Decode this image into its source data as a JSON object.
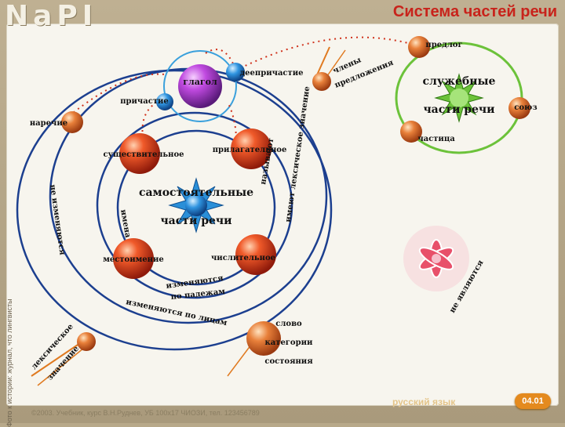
{
  "logo_text": "NaPI",
  "title": "Система частей речи",
  "side_caption": "Фото к истории: журнал, что лингвисты",
  "footer_text": "©2003. Учебник, курс В.Н.Руднев, УБ 100х17 ЧИОЗИ, тел. 123456789",
  "watermark": "русский язык",
  "page_number": "04.01",
  "planets": {
    "glagol": "глагол",
    "deeprichastie": "деепричастие",
    "prichastie": "причастие",
    "narechie": "наречие",
    "sushch": "существительное",
    "prilag": "прилагательное",
    "mestoim": "местоимение",
    "chislit": "числительное",
    "slovo_kat_1": "слово",
    "slovo_kat_2": "категории",
    "slovo_kat_3": "состояния",
    "predlog": "предлог",
    "soyuz": "союз",
    "chastica": "частица"
  },
  "centers": {
    "samost_1": "самостоятельные",
    "samost_2": "части речи",
    "sluzh_1": "служебные",
    "sluzh_2": "части речи"
  },
  "orbit_labels": {
    "imena": "имена",
    "izmen_1": "изменяются",
    "izmen_2": "по падежам",
    "izmen_lica": "изменяются по лицам",
    "nazyvayut": "называют",
    "imeyut": "имеют лексическое значение",
    "chleny_1": "члены",
    "chleny_2": "предложения",
    "leksich_1": "лексическое",
    "leksich_2": "значение",
    "ne_izmen": "не изменяются",
    "ne_yavl": "не являются"
  },
  "colors": {
    "accent_red": "#c8231b",
    "orbit_blue": "#1c3f8f",
    "orbit_green": "#6cc23a",
    "planet_red": "#d63a1c",
    "planet_purple": "#b23ad1",
    "planet_blue": "#2a8fd8",
    "star_pink": "#e8506a"
  }
}
